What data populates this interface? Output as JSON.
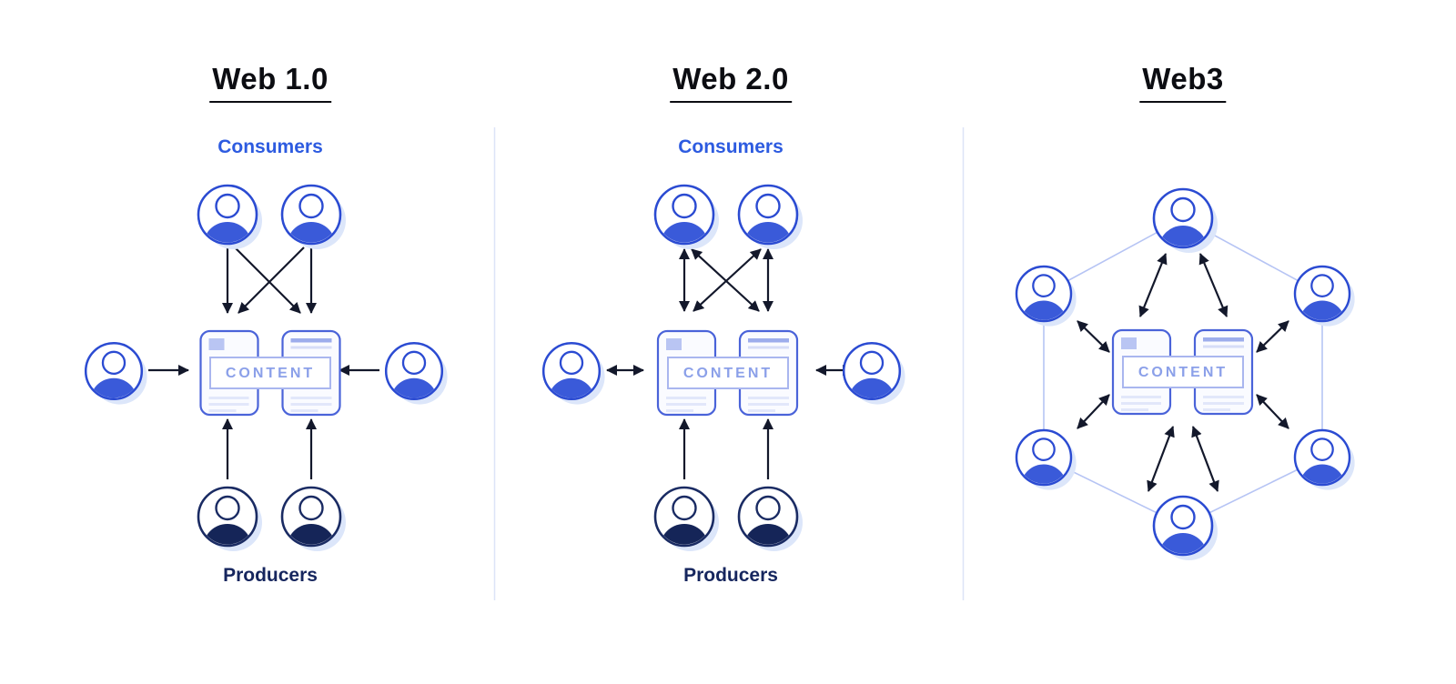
{
  "diagram": {
    "kind": "web-evolution-comparison",
    "panels": [
      {
        "title": "Web 1.0",
        "top_label": "Consumers",
        "bottom_label": "Producers",
        "content_label": "CONTENT",
        "flow": "one-way: consumers receive content, producers publish content"
      },
      {
        "title": "Web 2.0",
        "top_label": "Consumers",
        "bottom_label": "Producers",
        "content_label": "CONTENT",
        "flow": "two-way between consumers and content; producers publish content"
      },
      {
        "title": "Web3",
        "content_label": "CONTENT",
        "flow": "peer-to-peer network: six peers connected in a hexagon, all exchange content both ways"
      }
    ],
    "colors": {
      "consumer_blue_fill": "#3a5ad9",
      "consumer_blue_stroke": "#2b4bd2",
      "producer_navy_fill": "#152558",
      "producer_navy_stroke": "#1a2b63",
      "consumers_label": "#2d5be0",
      "producers_label": "#16265e",
      "arrow": "#13182b",
      "network_line": "#b6c4f4",
      "divider": "#dde4f7",
      "icon_shadow": "#dce6fa",
      "content_text": "#8ba0e9",
      "page_border": "#4a63d9"
    }
  }
}
